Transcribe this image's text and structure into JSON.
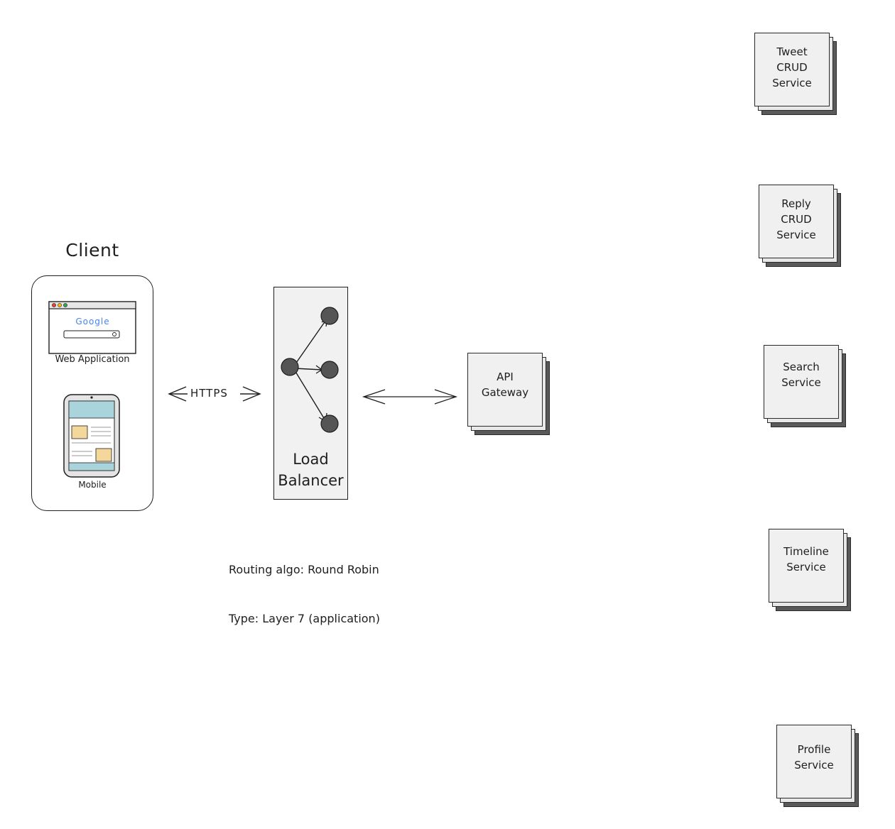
{
  "client": {
    "title": "Client",
    "web_app_label": "Web Application",
    "browser_logo_text": "Google",
    "mobile_label": "Mobile"
  },
  "connections": {
    "client_to_lb": "HTTPS"
  },
  "load_balancer": {
    "label_line1": "Load",
    "label_line2": "Balancer",
    "note_line1": "Routing algo: Round Robin",
    "note_line2": "Type: Layer 7 (application)"
  },
  "api_gateway": {
    "line1": "API",
    "line2": "Gateway"
  },
  "services": {
    "tweet": {
      "line1": "Tweet",
      "line2": "CRUD",
      "line3": "Service"
    },
    "reply": {
      "line1": "Reply",
      "line2": "CRUD",
      "line3": "Service"
    },
    "search": {
      "line1": "Search",
      "line2": "Service"
    },
    "timeline": {
      "line1": "Timeline",
      "line2": "Service"
    },
    "profile": {
      "line1": "Profile",
      "line2": "Service"
    }
  },
  "colors": {
    "stroke": "#1e1e1e",
    "box_fill": "#f0f0f0",
    "shadow_layer": "#5a5a5a",
    "node_fill": "#555555",
    "google_blue": "#4285f4",
    "google_red": "#ea4335",
    "google_yellow": "#fbbc05",
    "google_green": "#34a853",
    "mobile_screen": "#a9d4dc",
    "mobile_card": "#f4d79b"
  }
}
